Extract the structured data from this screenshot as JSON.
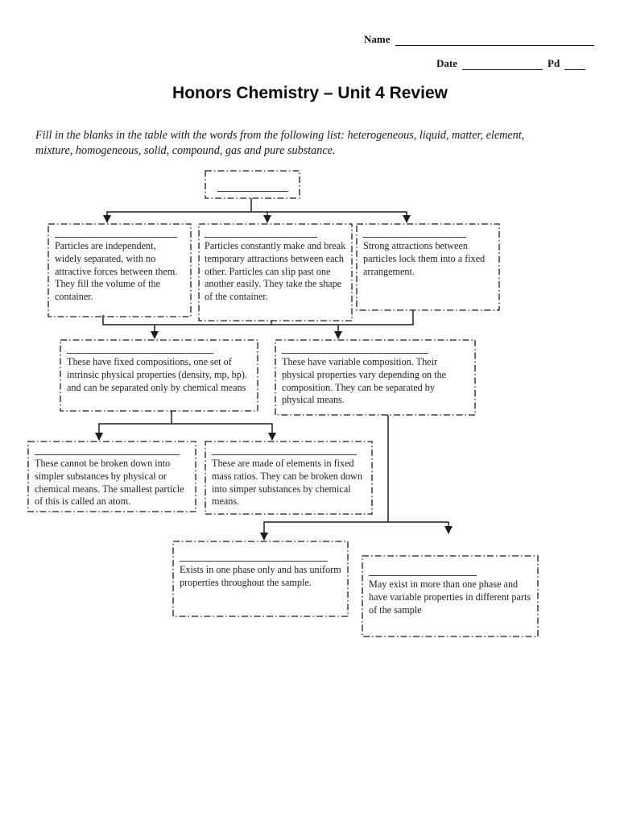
{
  "header": {
    "name_label": "Name",
    "date_label": "Date",
    "pd_label": "Pd"
  },
  "title": "Honors Chemistry – Unit 4 Review",
  "instructions": "Fill in the blanks in the table with the words from the following list:  heterogeneous, liquid, matter, element, mixture, homogeneous, solid, compound, gas and pure substance.",
  "boxes": [
    {
      "text": ""
    },
    {
      "text": "Particles are independent, widely separated, with no attractive forces between them. They fill the volume of the container."
    },
    {
      "text": "Particles constantly make and break temporary attractions between each other.  Particles can slip past one another easily. They take the shape of the container."
    },
    {
      "text": "Strong attractions between particles lock them into a fixed arrangement."
    },
    {
      "text": "These have fixed compositions, one set of intrinsic physical properties (density, mp, bp). and can be separated only by chemical means"
    },
    {
      "text": "These have variable composition.  Their physical properties vary depending on the composition.  They can be separated by physical means."
    },
    {
      "text": "These cannot be broken down into simpler substances by physical or chemical means.  The smallest particle of this is called an atom."
    },
    {
      "text": "These are made of elements in fixed mass ratios.  They can be broken down into simper substances by chemical means."
    },
    {
      "text": "Exists in one phase only and has uniform properties throughout the sample."
    },
    {
      "text": "May exist in more than one phase and have variable properties in different parts of the sample"
    }
  ]
}
